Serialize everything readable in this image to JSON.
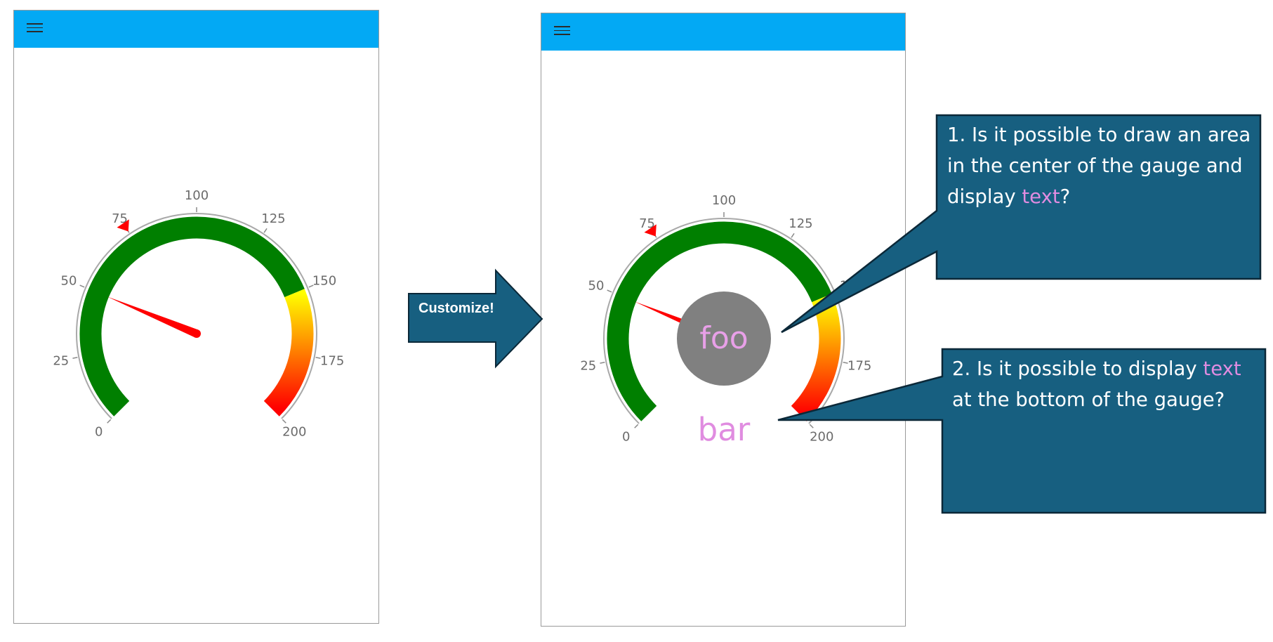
{
  "gauge": {
    "min": 0,
    "max": 200,
    "tick_labels": [
      "0",
      "25",
      "50",
      "75",
      "100",
      "125",
      "150",
      "175",
      "200"
    ],
    "needle_value": 50,
    "marker_value": 75,
    "ranges": [
      {
        "from": 0,
        "to": 150,
        "color": "#007f00"
      },
      {
        "from": 150,
        "to": 200,
        "gradient": [
          "#ffff00",
          "#ff0000"
        ]
      }
    ],
    "needle_color": "#ff0000",
    "marker_color": "#ff0000"
  },
  "customized_gauge": {
    "center_text": "foo",
    "center_circle_color": "#808080",
    "bottom_text": "bar",
    "text_color": "#e08ce0"
  },
  "arrow": {
    "label": "Customize!",
    "color": "#175f80"
  },
  "callouts": [
    {
      "text_before": "1. Is it possible to draw an area in the center of the gauge and display ",
      "highlight": "text",
      "text_after": "?"
    },
    {
      "text_before": "2. Is it possible to display ",
      "highlight": "text",
      "text_after": " at the bottom of the gauge?"
    }
  ],
  "colors": {
    "app_bar": "#03a9f4",
    "callout_fill": "#175f80",
    "callout_border": "#0b2838",
    "highlight": "#e08ce0"
  }
}
